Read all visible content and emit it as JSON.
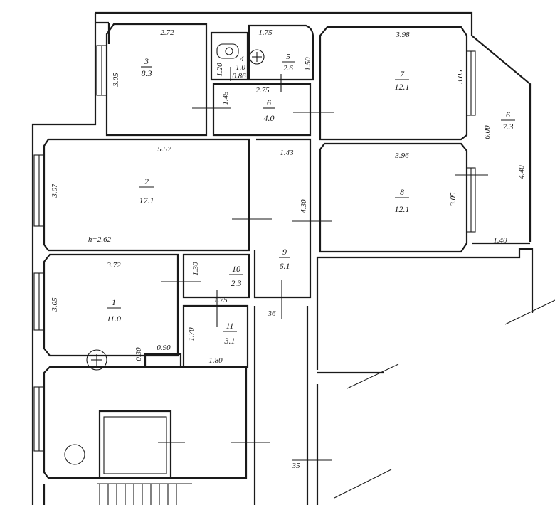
{
  "rooms": [
    {
      "id": "1",
      "number": "1",
      "area": "11.0"
    },
    {
      "id": "2",
      "number": "2",
      "area": "17.1"
    },
    {
      "id": "3",
      "number": "3",
      "area": "8.3"
    },
    {
      "id": "4",
      "number": "4",
      "area": "1.0"
    },
    {
      "id": "5",
      "number": "5",
      "area": "2.6"
    },
    {
      "id": "6",
      "number": "6",
      "area": "4.0"
    },
    {
      "id": "6b",
      "number": "6",
      "area": "7.3"
    },
    {
      "id": "7",
      "number": "7",
      "area": "12.1"
    },
    {
      "id": "8",
      "number": "8",
      "area": "12.1"
    },
    {
      "id": "9",
      "number": "9",
      "area": "6.1"
    },
    {
      "id": "10",
      "number": "10",
      "area": "2.3"
    },
    {
      "id": "11",
      "number": "11",
      "area": "3.1"
    }
  ],
  "dimensions": {
    "d272": "2.72",
    "d305a": "3.05",
    "d175a": "1.75",
    "d150": "1.50",
    "d120": "1.20",
    "d086": "0.86",
    "d398": "3.98",
    "d305b": "3.05",
    "d145": "1.45",
    "d275": "2.75",
    "d600": "6.00",
    "d440": "4.40",
    "d557": "5.57",
    "d307": "3.07",
    "d143": "1.43",
    "d396": "3.96",
    "d305c": "3.05",
    "d430": "4.30",
    "d140": "1.40",
    "d372": "3.72",
    "d130": "1.30",
    "d305d": "3.05",
    "d175b": "1.75",
    "d170": "1.70",
    "d030": "0.30",
    "d090": "0.90",
    "d180": "1.80"
  },
  "ceiling_height": "h=2.62",
  "corridor_marks": {
    "m36": "36",
    "m35": "35"
  }
}
